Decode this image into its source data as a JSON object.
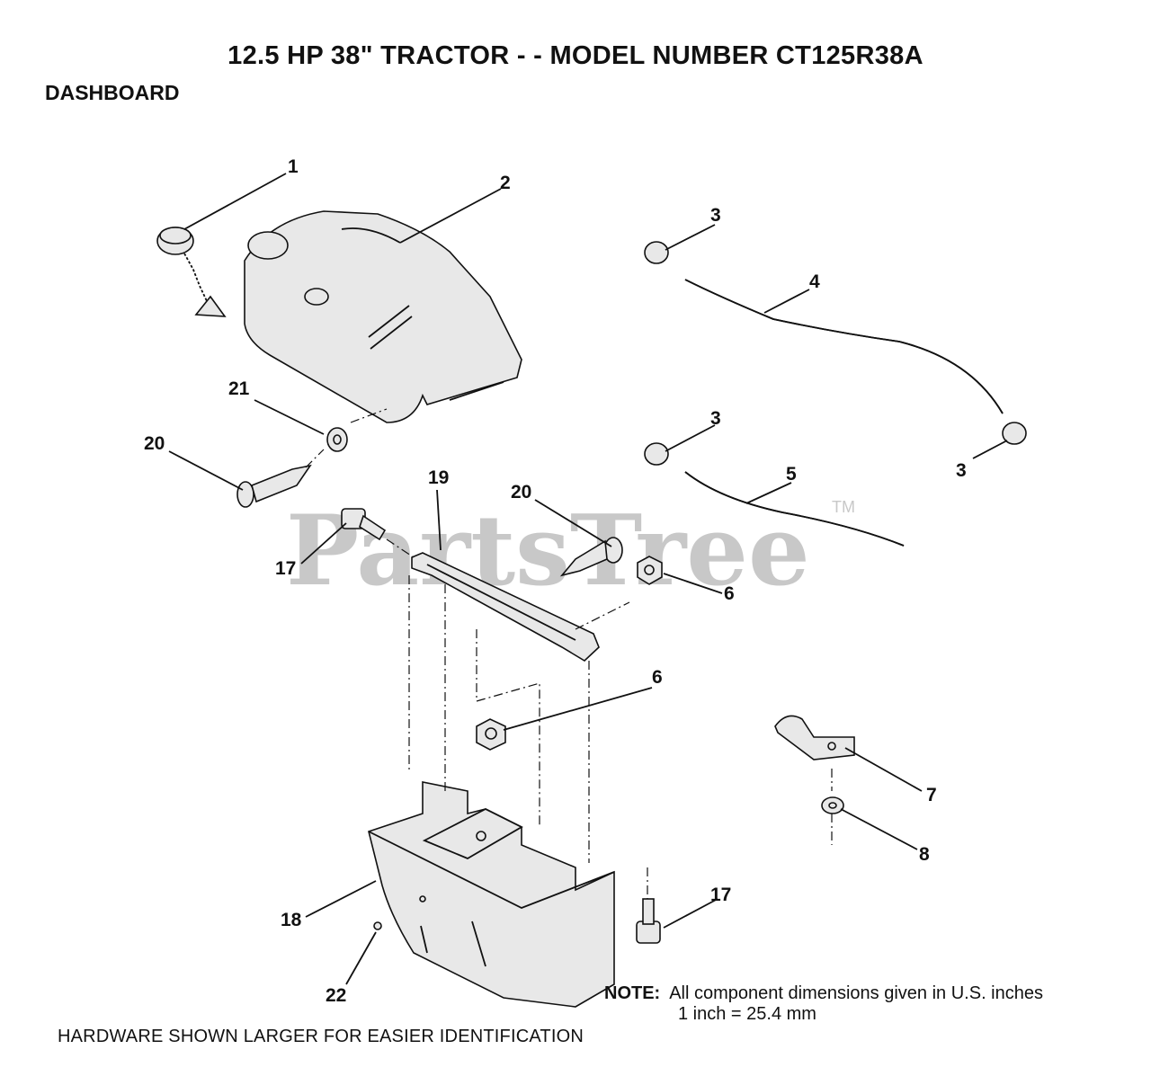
{
  "header": {
    "title": "12.5 HP 38\" TRACTOR - - MODEL NUMBER CT125R38A",
    "section": "DASHBOARD"
  },
  "watermark": {
    "text": "PartsTree",
    "mark": "TM"
  },
  "callouts": [
    "1",
    "2",
    "3",
    "4",
    "3",
    "3",
    "5",
    "21",
    "20",
    "19",
    "20",
    "17",
    "6",
    "6",
    "7",
    "8",
    "17",
    "18",
    "22"
  ],
  "note": {
    "label": "NOTE:",
    "line1": "All component dimensions given in U.S. inches",
    "line2": "1 inch = 25.4 mm"
  },
  "footer": {
    "text": "HARDWARE SHOWN LARGER FOR EASIER IDENTIFICATION"
  },
  "colors": {
    "ink": "#111111",
    "part_fill": "#e8e8e8",
    "watermark": "#c8c8c8"
  }
}
